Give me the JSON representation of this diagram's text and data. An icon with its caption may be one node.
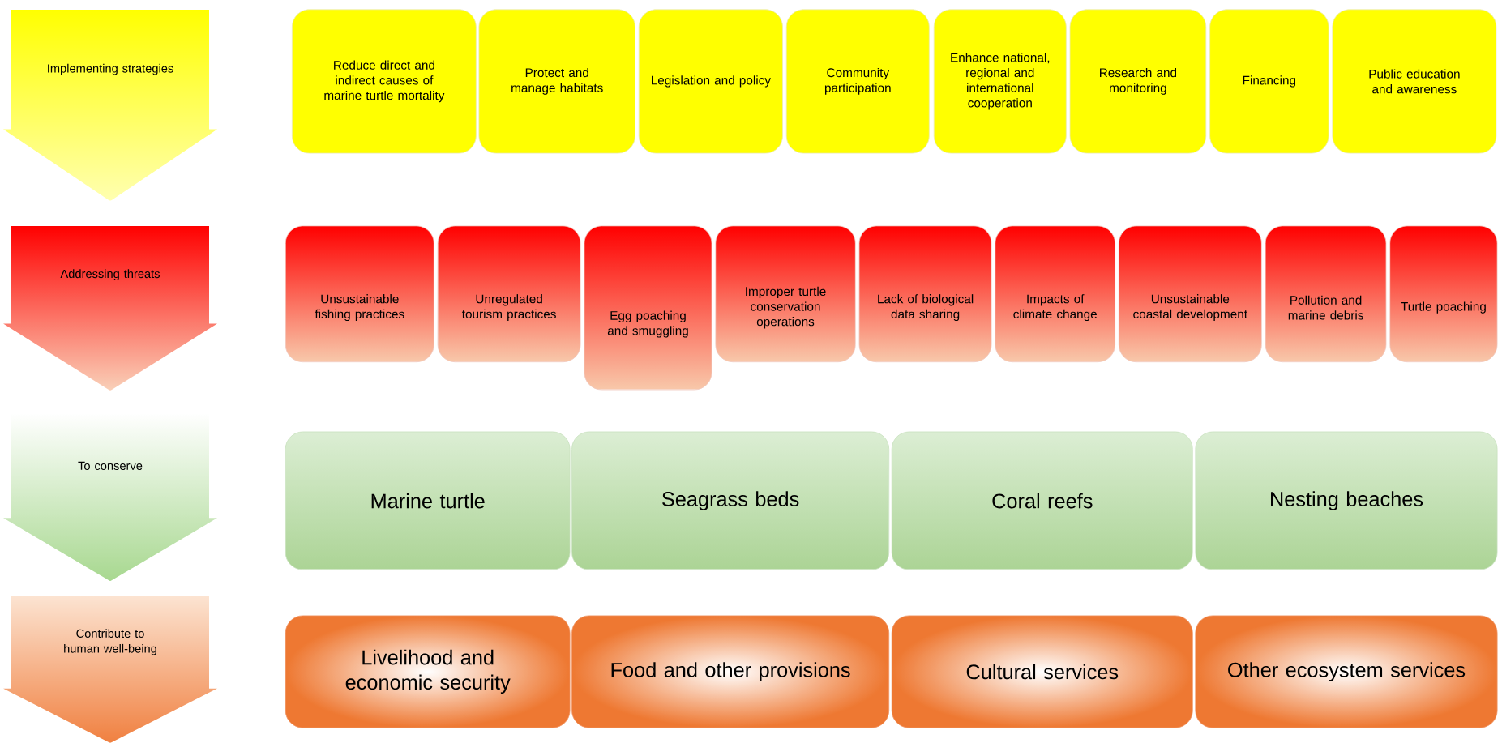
{
  "diagram": {
    "nodes": [
      {
        "text": [
          "Implementing strategies"
        ]
      },
      {
        "text": [
          "Reduce direct and indirect causes of marine turtle mortality"
        ]
      },
      {
        "text": [
          "Protect and manage habitats"
        ]
      },
      {
        "text": [
          "Legislation and policy"
        ]
      },
      {
        "text": [
          "Community participation"
        ]
      },
      {
        "text": [
          "Enhance national, regional and international cooperation"
        ]
      },
      {
        "text": [
          "Research and monitoring"
        ]
      },
      {
        "text": [
          "Financing"
        ]
      },
      {
        "text": [
          "Public education and awareness"
        ]
      },
      {
        "text": [
          "Addressing threats"
        ]
      },
      {
        "text": [
          "Unsustainable fishing practices"
        ]
      },
      {
        "text": [
          "Unregulated tourism practices"
        ]
      },
      {
        "text": [
          "Egg poaching and smuggling"
        ]
      },
      {
        "text": [
          "Improper turtle conservation operations"
        ]
      },
      {
        "text": [
          "Lack of biological data sharing"
        ]
      },
      {
        "text": [
          "Impacts of climate change"
        ]
      },
      {
        "text": [
          "Unsustainable coastal development"
        ]
      },
      {
        "text": [
          "Pollution and marine debris"
        ]
      },
      {
        "text": [
          "Turtle poaching"
        ]
      },
      {
        "text": [
          "To conserve"
        ]
      },
      {
        "text": [
          "Marine turtle"
        ]
      },
      {
        "text": [
          "Seagrass beds"
        ]
      },
      {
        "text": [
          "Coral reefs"
        ]
      },
      {
        "text": [
          "Nesting beaches"
        ]
      },
      {
        "text": [
          "Contribute to human well-being"
        ]
      },
      {
        "text": [
          "Livelihood and economic security"
        ]
      },
      {
        "text": [
          "Food and other provisions"
        ]
      },
      {
        "text": [
          "Cultural services"
        ]
      },
      {
        "text": [
          "Other ecosystem services"
        ]
      }
    ]
  }
}
